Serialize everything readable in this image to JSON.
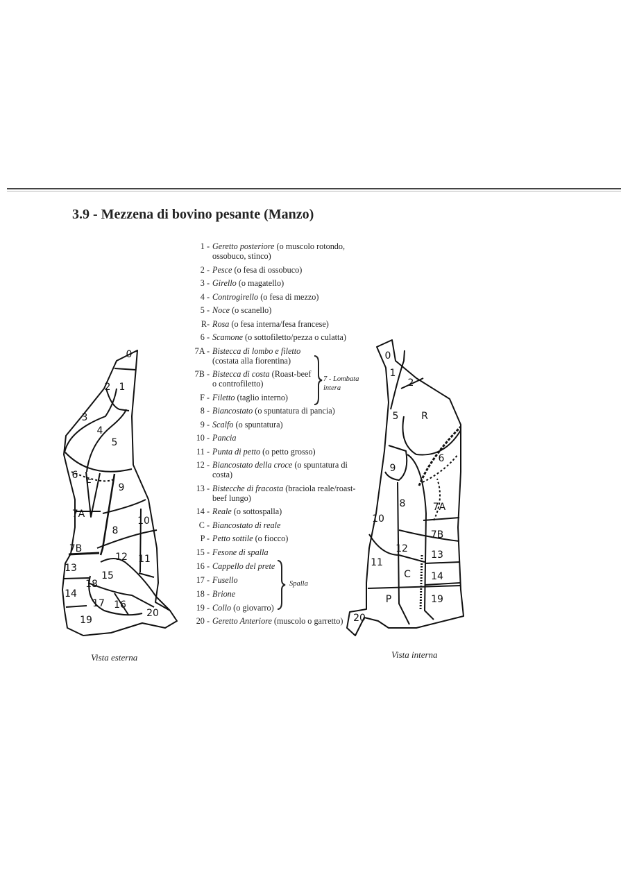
{
  "title": "3.9 - Mezzena di bovino pesante (Manzo)",
  "legend": [
    {
      "num": "1 -",
      "name": "Geretto posteriore",
      "desc": "(o muscolo rotondo, ossobuco, stinco)"
    },
    {
      "num": "2 -",
      "name": "Pesce",
      "desc": "(o fesa di ossobuco)"
    },
    {
      "num": "3 -",
      "name": "Girello",
      "desc": "(o magatello)"
    },
    {
      "num": "4 -",
      "name": "Controgirello",
      "desc": "(o fesa di mezzo)"
    },
    {
      "num": "5 -",
      "name": "Noce",
      "desc": "(o scanello)"
    },
    {
      "num": "R-",
      "name": "Rosa",
      "desc": "(o fesa interna/fesa francese)"
    },
    {
      "num": "6 -",
      "name": "Scamone",
      "desc": "(o sottofiletto/pezza o culatta)"
    },
    {
      "num": "7A -",
      "name": "Bistecca di lombo e filetto",
      "desc": "(costata alla fiorentina)"
    },
    {
      "num": "7B -",
      "name": "Bistecca di costa",
      "desc": "(Roast-beef o controfiletto)"
    },
    {
      "num": "F -",
      "name": "Filetto",
      "desc": "(taglio interno)"
    },
    {
      "num": "8 -",
      "name": "Biancostato",
      "desc": "(o spuntatura di pancia)"
    },
    {
      "num": "9 -",
      "name": "Scalfo",
      "desc": "(o spuntatura)"
    },
    {
      "num": "10 -",
      "name": "Pancia",
      "desc": ""
    },
    {
      "num": "11 -",
      "name": "Punta di petto",
      "desc": "(o petto grosso)"
    },
    {
      "num": "12 -",
      "name": "Biancostato della croce",
      "desc": "(o spuntatura di costa)"
    },
    {
      "num": "13 -",
      "name": "Bistecche di fracosta",
      "desc": "(braciola reale/roast-beef lungo)"
    },
    {
      "num": "14 -",
      "name": "Reale",
      "desc": "(o sottospalla)"
    },
    {
      "num": "C -",
      "name": "Biancostato di reale",
      "desc": ""
    },
    {
      "num": "P -",
      "name": "Petto sottile",
      "desc": "(o fiocco)"
    },
    {
      "num": "15 -",
      "name": "Fesone di spalla",
      "desc": ""
    },
    {
      "num": "16 -",
      "name": "Cappello del prete",
      "desc": ""
    },
    {
      "num": "17 -",
      "name": "Fusello",
      "desc": ""
    },
    {
      "num": "18 -",
      "name": "Brione",
      "desc": ""
    },
    {
      "num": "19 -",
      "name": "Collo",
      "desc": "(o giovarro)"
    },
    {
      "num": "20 -",
      "name": "Geretto Anteriore",
      "desc": "(muscolo o garretto)"
    }
  ],
  "groups": {
    "lombata": "7 - Lombata intera",
    "spalla": "Spalla"
  },
  "left_view": {
    "caption": "Vista esterna",
    "labels": [
      "0",
      "1",
      "2",
      "3",
      "4",
      "5",
      "6",
      "F",
      "9",
      "7A",
      "8",
      "10",
      "7B",
      "12",
      "11",
      "13",
      "15",
      "18",
      "14",
      "17",
      "16",
      "20",
      "19"
    ]
  },
  "right_view": {
    "caption": "Vista interna",
    "labels": [
      "0",
      "1",
      "2",
      "5",
      "R",
      "6",
      "9",
      "8",
      "7A",
      "10",
      "7B",
      "12",
      "13",
      "11",
      "C",
      "14",
      "P",
      "19",
      "20"
    ]
  }
}
